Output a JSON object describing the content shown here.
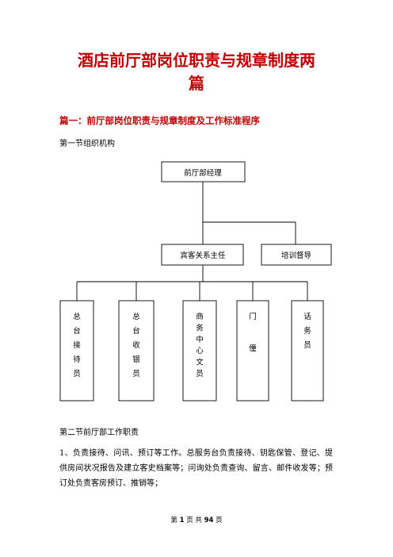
{
  "document": {
    "title_line1": "酒店前厅部岗位职责与规章制度两",
    "title_line2": "篇",
    "heading1": "篇一：前厅部岗位职责与规章制度及工作标准程序",
    "subheading1": "第一节组织机构",
    "subheading2": "第二节前厅部工作职责",
    "paragraph": "1、负责接待、问讯、预订等工作。总服务台负责接待、钥匙保管、登记、提供房间状况报告及建立客史档案等；问询处负责查询、留言、邮件收发等；预订处负责客房预订、推销等；"
  },
  "org_chart": {
    "top": "前厅部经理",
    "middle_left": "宾客关系主任",
    "middle_right": "培训督导",
    "bottom": [
      "总台接待员",
      "总台收银员",
      "商务中心文员",
      "门僮",
      "话务员"
    ]
  },
  "footer": {
    "prefix": "第",
    "page": "1",
    "middle": "页 共",
    "total": "94",
    "suffix": "页"
  }
}
